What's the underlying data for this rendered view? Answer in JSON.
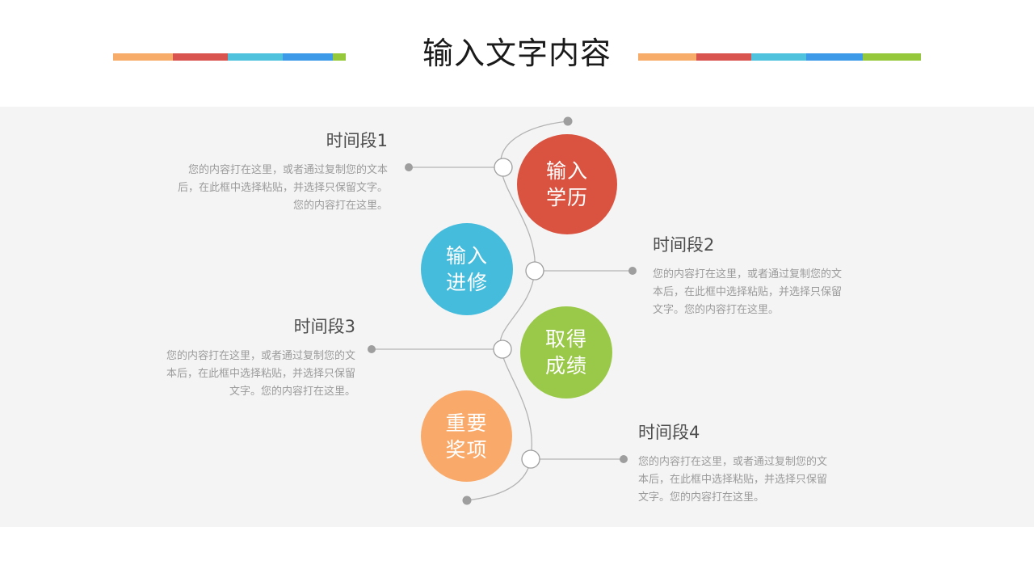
{
  "slide": {
    "title": "输入文字内容",
    "background": "#ffffff",
    "panel_background": "#f4f4f4"
  },
  "decor": {
    "rule_colors": [
      "#f7ac6a",
      "#d9534f",
      "#4fc3dd",
      "#3d9ae8",
      "#96c83c"
    ],
    "line_color": "#b3b3b3",
    "dot_color": "#9e9e9e",
    "node_fill": "#ffffff",
    "node_stroke": "#9e9e9e"
  },
  "bubbles": [
    {
      "id": 1,
      "line1": "输入",
      "line2": "学历",
      "color": "#da5340"
    },
    {
      "id": 2,
      "line1": "输入",
      "line2": "进修",
      "color": "#46bcdd"
    },
    {
      "id": 3,
      "line1": "取得",
      "line2": "成绩",
      "color": "#9ac949"
    },
    {
      "id": 4,
      "line1": "重要",
      "line2": "奖项",
      "color": "#f9aa6a"
    }
  ],
  "blocks": [
    {
      "id": 1,
      "heading": "时间段1",
      "body": "您的内容打在这里，或者通过复制您的文本后，在此框中选择粘贴，并选择只保留文字。您的内容打在这里。",
      "align": "right"
    },
    {
      "id": 2,
      "heading": "时间段2",
      "body": "您的内容打在这里，或者通过复制您的文本后，在此框中选择粘贴，并选择只保留文字。您的内容打在这里。",
      "align": "left"
    },
    {
      "id": 3,
      "heading": "时间段3",
      "body": "您的内容打在这里，或者通过复制您的文本后，在此框中选择粘贴，并选择只保留文字。您的内容打在这里。",
      "align": "right"
    },
    {
      "id": 4,
      "heading": "时间段4",
      "body": "您的内容打在这里，或者通过复制您的文本后，在此框中选择粘贴，并选择只保留文字。您的内容打在这里。",
      "align": "left"
    }
  ]
}
